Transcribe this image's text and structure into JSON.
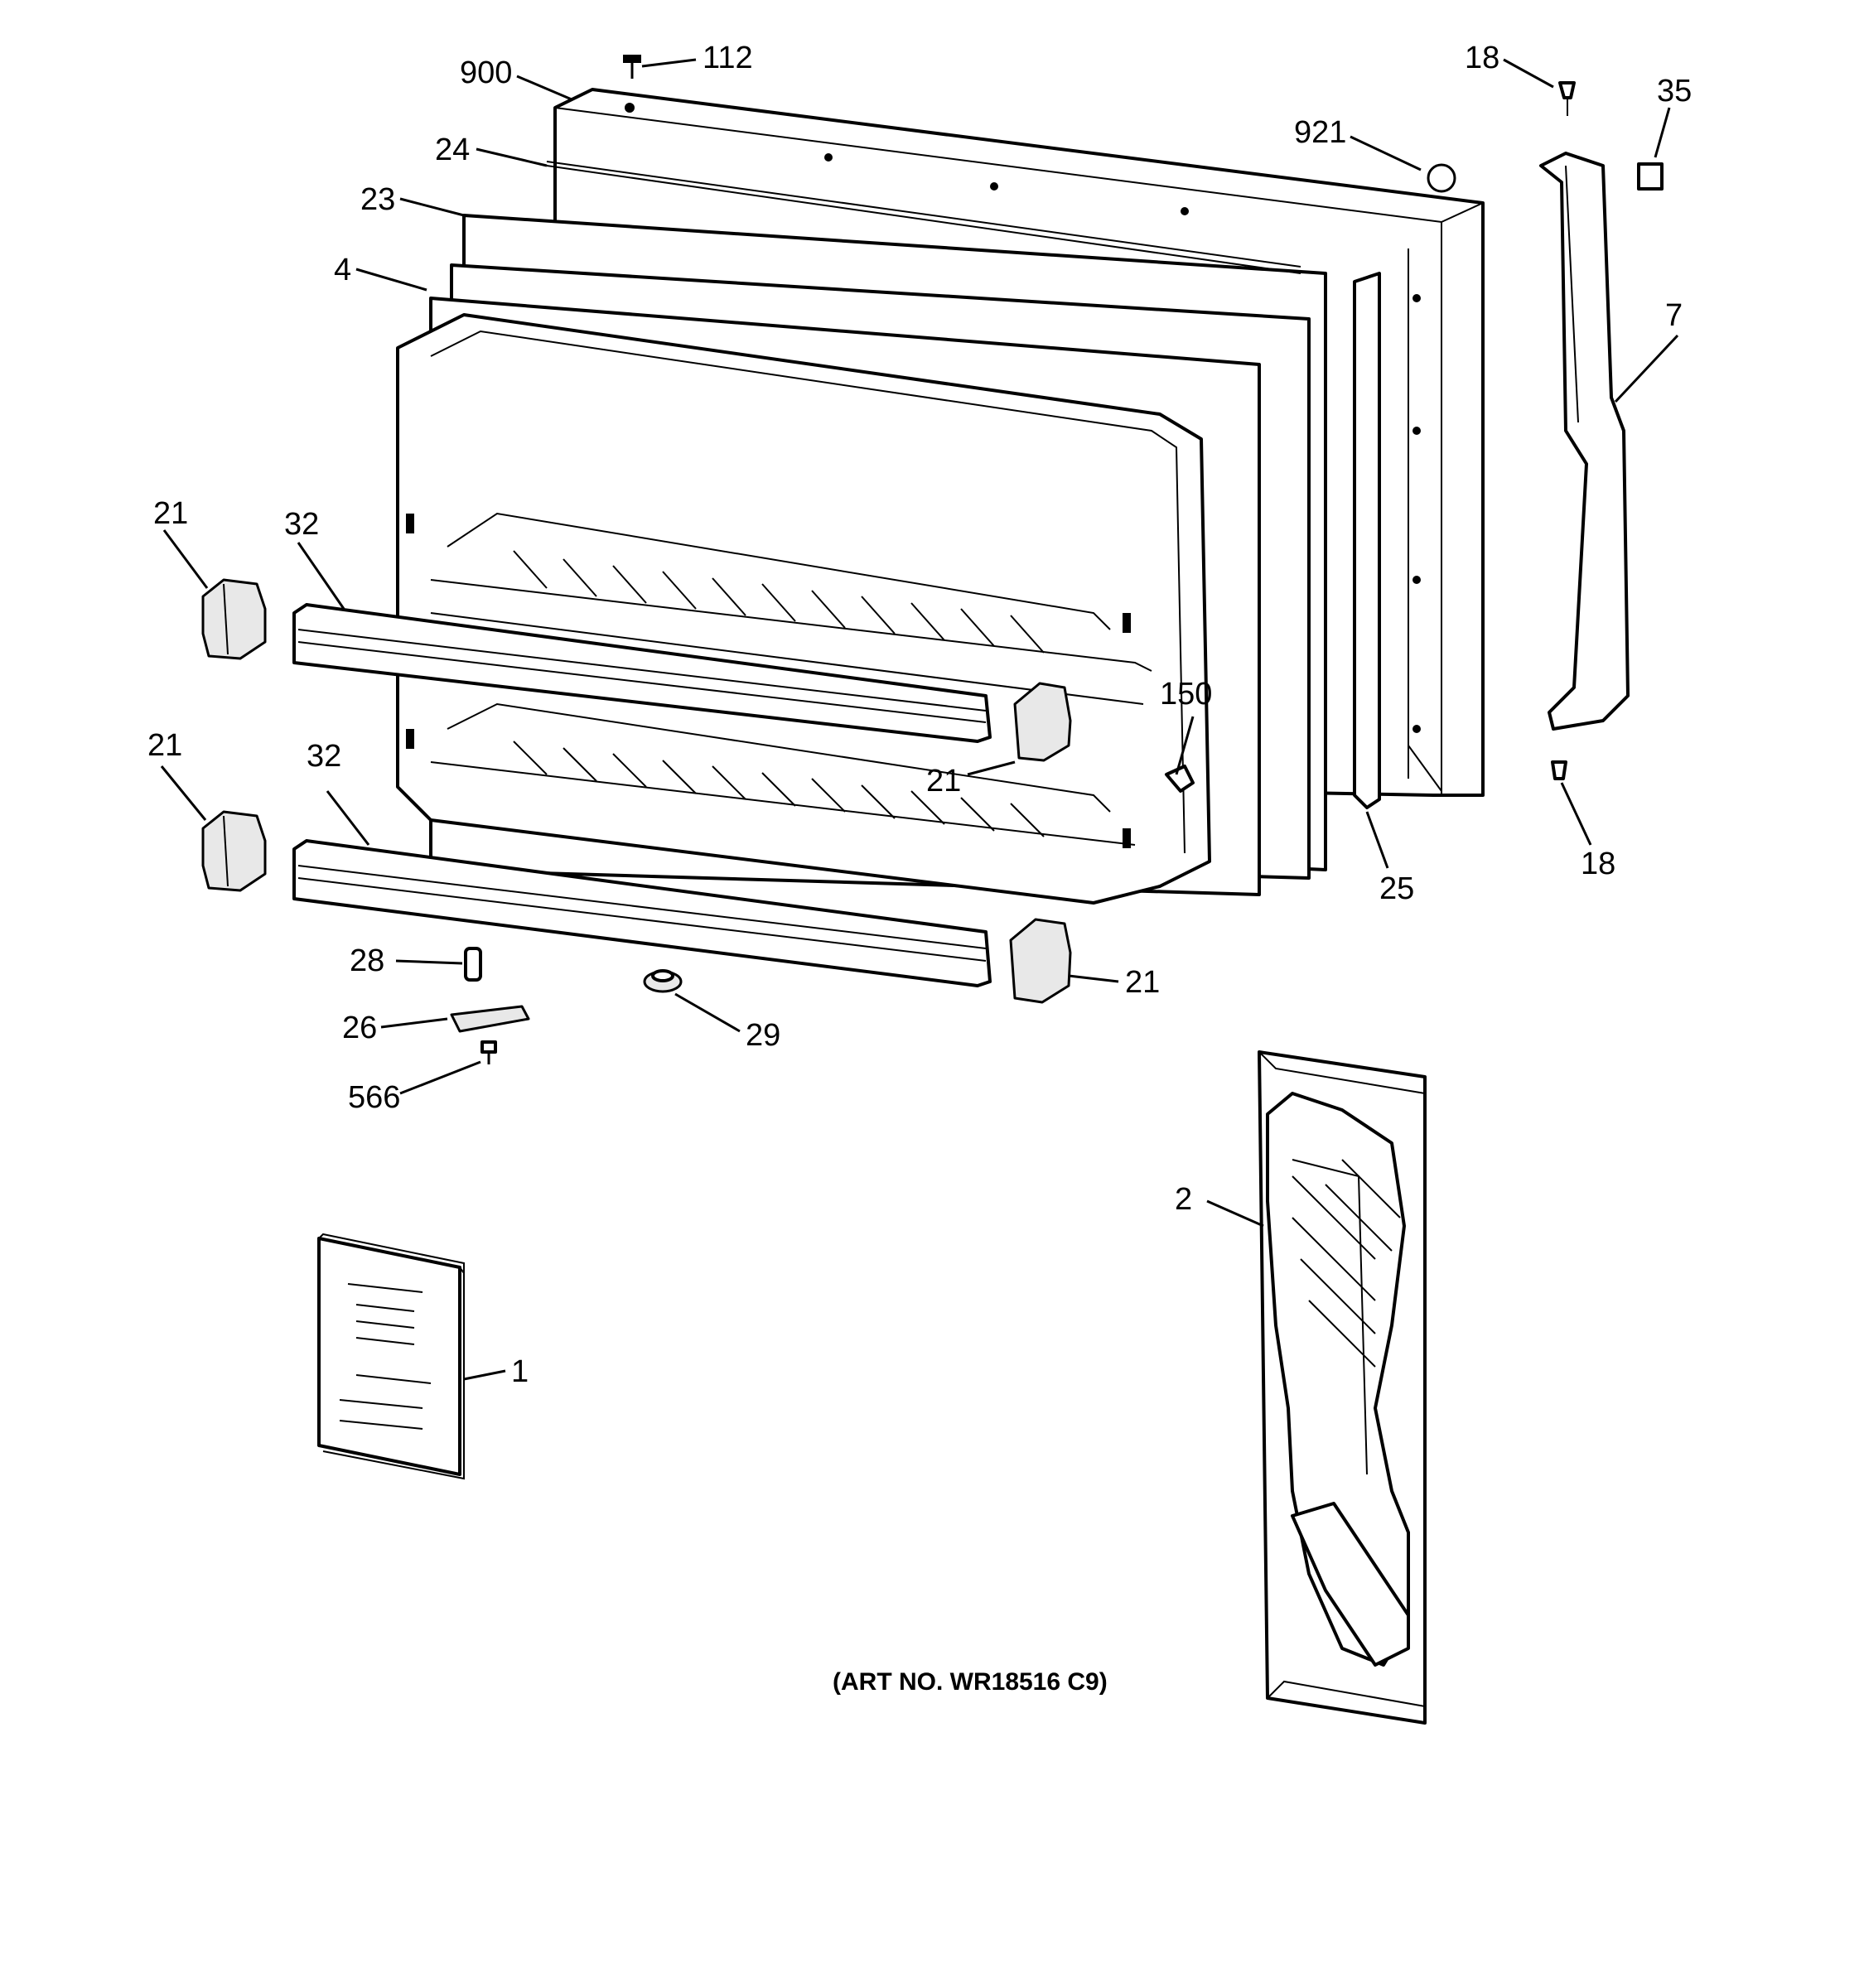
{
  "labels": {
    "l900": "900",
    "l112": "112",
    "l18a": "18",
    "l35": "35",
    "l921": "921",
    "l24": "24",
    "l23": "23",
    "l4": "4",
    "l7": "7",
    "l21a": "21",
    "l32a": "32",
    "l21b": "21",
    "l32b": "32",
    "l150": "150",
    "l21c": "21",
    "l25": "25",
    "l18b": "18",
    "l28": "28",
    "l21d": "21",
    "l26": "26",
    "l29": "29",
    "l566": "566",
    "l2": "2",
    "l1": "1"
  },
  "caption": "(ART NO. WR18516 C9)"
}
